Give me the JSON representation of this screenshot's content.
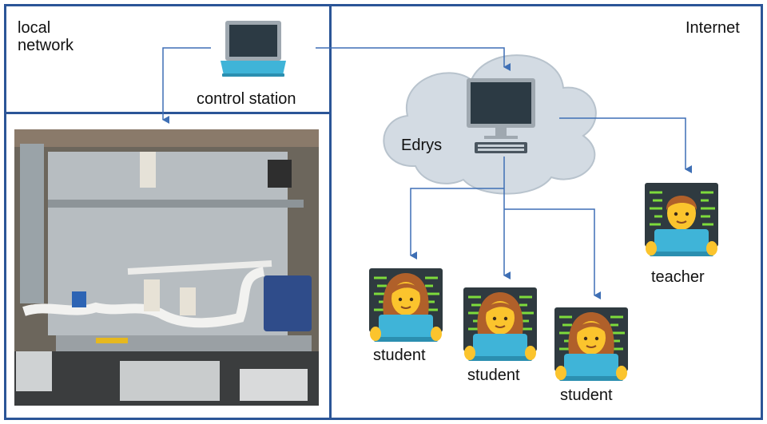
{
  "labels": {
    "local_network_line1": "local",
    "local_network_line2": "network",
    "internet": "Internet",
    "control_station": "control station",
    "edrys": "Edrys",
    "teacher": "teacher",
    "student_1": "student",
    "student_2": "student",
    "student_3": "student"
  },
  "colors": {
    "frame": "#2b5597",
    "arrow": "#3e6fb5",
    "cloud": "#d3dbe3",
    "screen": "#2c3a44",
    "laptop": "#3fb4d8"
  },
  "icons": {
    "control_station": "laptop-icon",
    "edrys": "desktop-computer-icon",
    "teacher": "man-technologist-icon",
    "students": "woman-technologist-icon",
    "setup_photo": "lab-apparatus-photo"
  }
}
